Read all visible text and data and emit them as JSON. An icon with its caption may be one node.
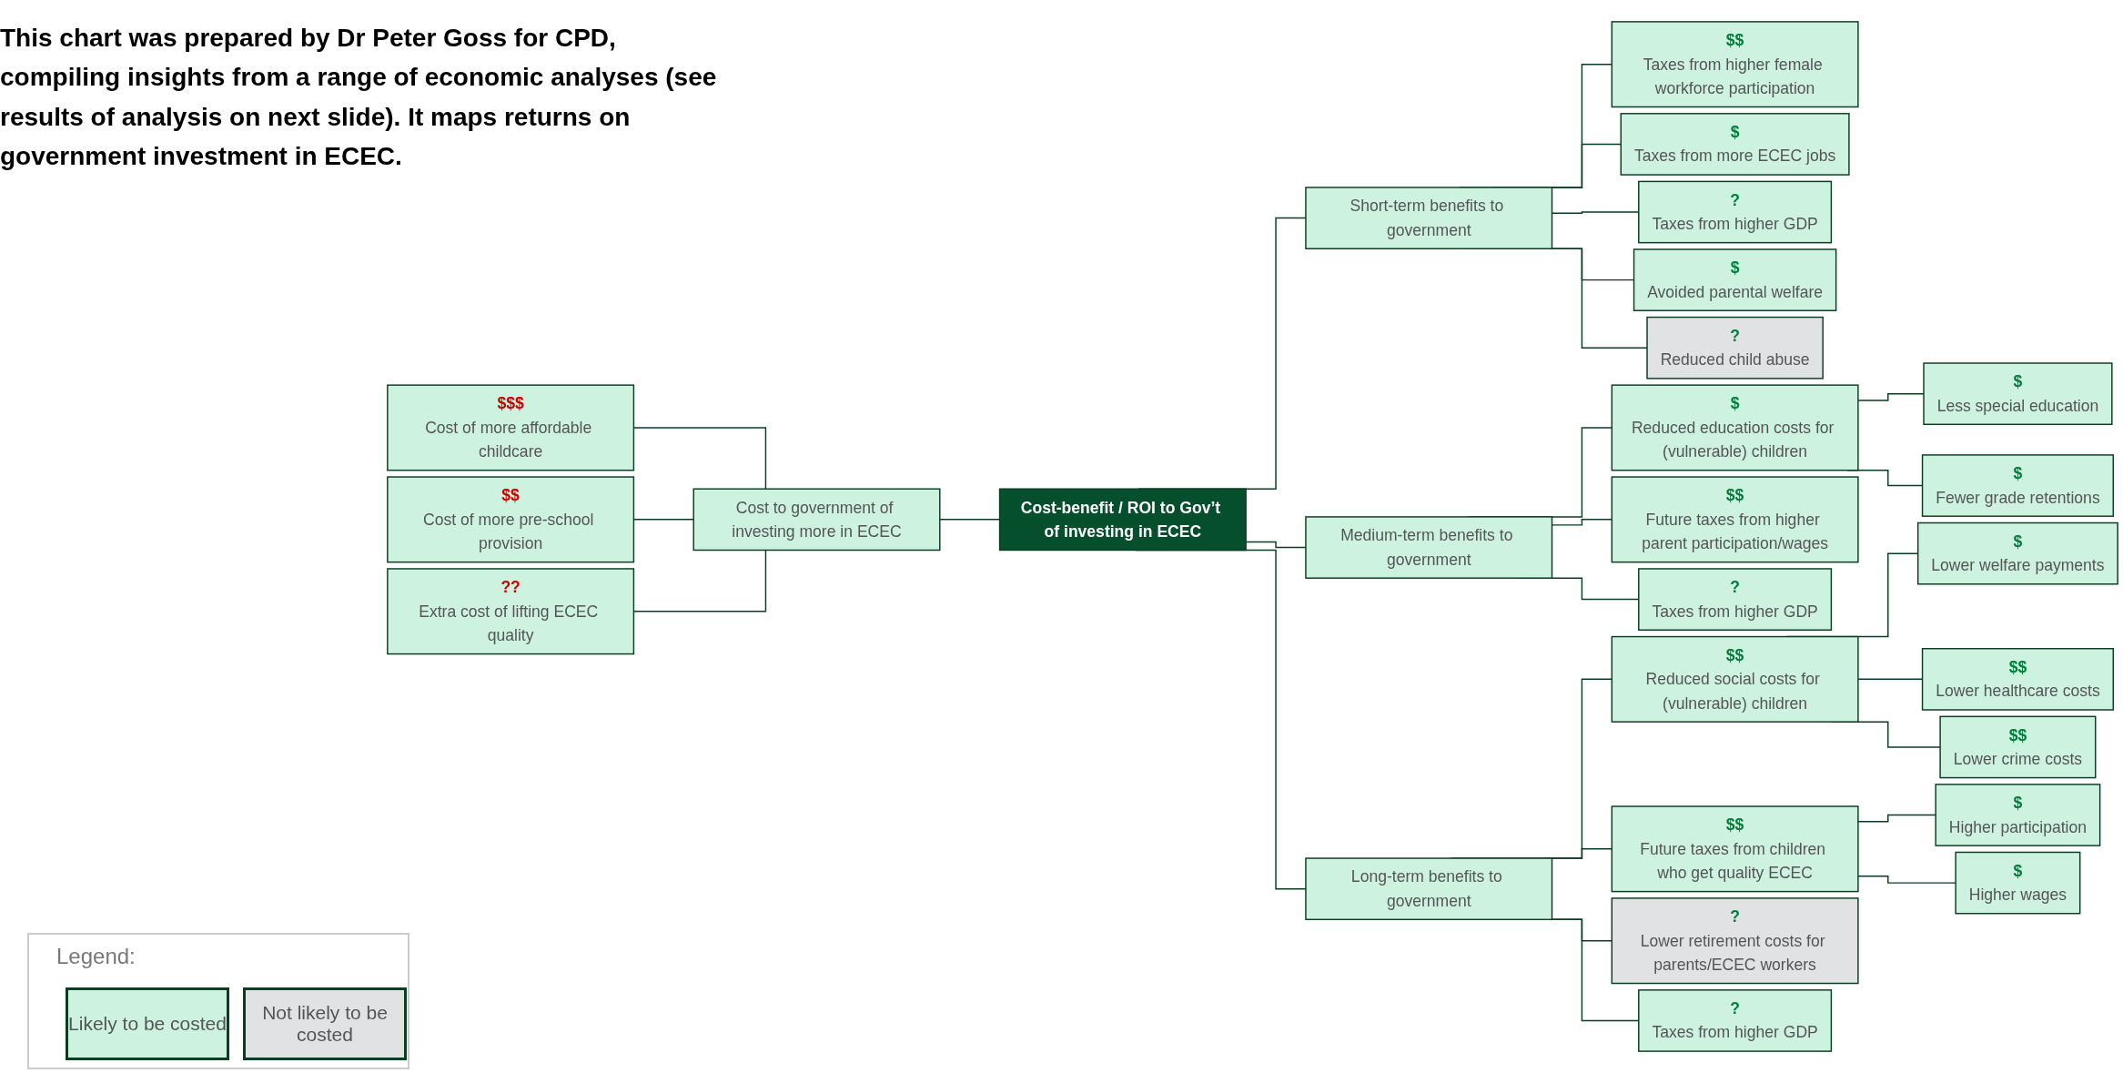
{
  "diagram": {
    "nodes": [
      {
        "text": [
          "$$$",
          "Cost of more affordable childcare"
        ]
      },
      {
        "text": [
          "$$",
          "Cost of more pre-school provision"
        ]
      },
      {
        "text": [
          "??",
          "Extra cost of lifting ECEC quality"
        ]
      },
      {
        "text": [
          "Cost to government of investing more in ECEC"
        ]
      },
      {
        "text": [
          "Cost-benefit / ROI to Gov’t of investing in ECEC"
        ]
      },
      {
        "text": [
          "Short-term benefits to government"
        ]
      },
      {
        "text": [
          "$$",
          "Taxes from higher female workforce participation"
        ]
      },
      {
        "text": [
          "$",
          "Taxes from more ECEC jobs"
        ]
      },
      {
        "text": [
          "?",
          "Taxes from higher GDP"
        ]
      },
      {
        "text": [
          "$",
          "Avoided parental welfare"
        ]
      },
      {
        "text": [
          "?",
          "Reduced child abuse"
        ]
      },
      {
        "text": [
          "Medium-term benefits to government"
        ]
      },
      {
        "text": [
          "$",
          "Reduced education costs for (vulnerable) children"
        ]
      },
      {
        "text": [
          "$",
          "Less special education"
        ]
      },
      {
        "text": [
          "$",
          "Fewer grade retentions"
        ]
      },
      {
        "text": [
          "$$",
          "Future taxes from higher parent participation/wages"
        ]
      },
      {
        "text": [
          "?",
          "Taxes from higher GDP"
        ]
      },
      {
        "text": [
          "Long-term benefits to government"
        ]
      },
      {
        "text": [
          "$$",
          "Reduced social costs for (vulnerable) children"
        ]
      },
      {
        "text": [
          "$",
          "Lower welfare payments"
        ]
      },
      {
        "text": [
          "$$",
          "Lower healthcare costs"
        ]
      },
      {
        "text": [
          "$$",
          "Lower crime costs"
        ]
      },
      {
        "text": [
          "$$",
          "Future taxes from children who get quality ECEC"
        ]
      },
      {
        "text": [
          "$",
          "Higher participation"
        ]
      },
      {
        "text": [
          "$",
          "Higher wages"
        ]
      },
      {
        "text": [
          "?",
          "Lower retirement costs for parents/ECEC workers"
        ]
      },
      {
        "text": [
          "?",
          "Taxes from higher GDP"
        ]
      }
    ],
    "edges": [
      {
        "from": 0,
        "to": 3,
        "arrow": "none"
      },
      {
        "from": 1,
        "to": 3,
        "arrow": "none"
      },
      {
        "from": 2,
        "to": 3,
        "arrow": "none"
      },
      {
        "from": 3,
        "to": 4,
        "arrow": "none"
      },
      {
        "from": 4,
        "to": 5,
        "arrow": "none"
      },
      {
        "from": 4,
        "to": 11,
        "arrow": "none"
      },
      {
        "from": 4,
        "to": 17,
        "arrow": "none"
      },
      {
        "from": 5,
        "to": 6,
        "arrow": "none"
      },
      {
        "from": 5,
        "to": 7,
        "arrow": "none"
      },
      {
        "from": 5,
        "to": 8,
        "arrow": "none"
      },
      {
        "from": 5,
        "to": 9,
        "arrow": "none"
      },
      {
        "from": 5,
        "to": 10,
        "arrow": "none"
      },
      {
        "from": 11,
        "to": 12,
        "arrow": "none"
      },
      {
        "from": 12,
        "to": 13,
        "arrow": "none"
      },
      {
        "from": 12,
        "to": 14,
        "arrow": "none"
      },
      {
        "from": 11,
        "to": 15,
        "arrow": "none"
      },
      {
        "from": 11,
        "to": 16,
        "arrow": "none"
      },
      {
        "from": 17,
        "to": 18,
        "arrow": "none"
      },
      {
        "from": 18,
        "to": 19,
        "arrow": "none"
      },
      {
        "from": 18,
        "to": 20,
        "arrow": "none"
      },
      {
        "from": 18,
        "to": 21,
        "arrow": "none"
      },
      {
        "from": 17,
        "to": 22,
        "arrow": "none"
      },
      {
        "from": 22,
        "to": 23,
        "arrow": "none"
      },
      {
        "from": 22,
        "to": 24,
        "arrow": "none"
      },
      {
        "from": 17,
        "to": 25,
        "arrow": "none"
      },
      {
        "from": 17,
        "to": 26,
        "arrow": "none"
      }
    ],
    "labels": [
      "This chart was prepared by Dr Peter Goss for CPD, compiling insights from a range of economic analyses (see results of analysis on next slide). It maps returns on government investment in ECEC.",
      "Legend:"
    ],
    "legend": [
      {
        "text": "Likely to be costed",
        "color": "#cdf2e0"
      },
      {
        "text": "Not likely to be costed",
        "color": "#e1e2e4"
      }
    ]
  }
}
